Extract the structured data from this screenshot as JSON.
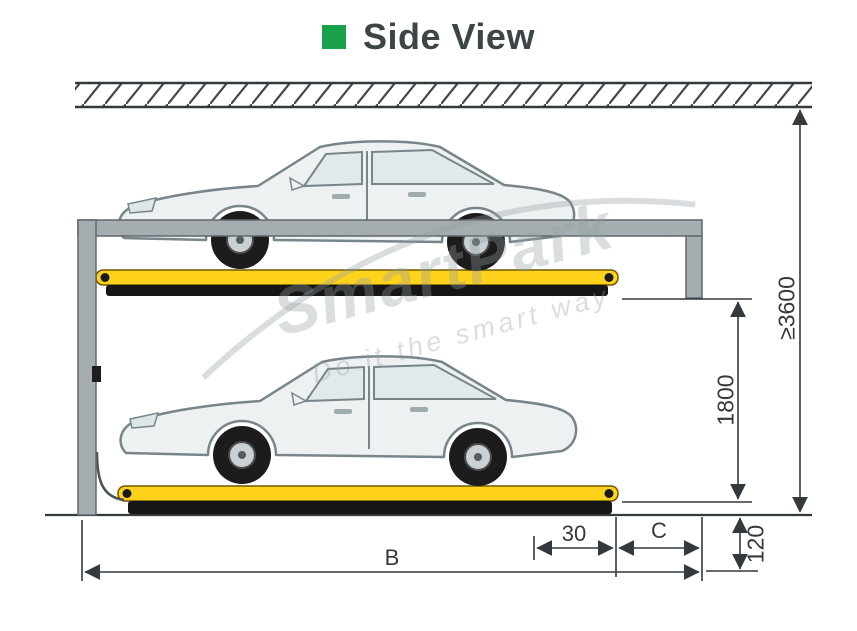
{
  "title": {
    "text": "Side View"
  },
  "icons": {
    "title_bullet": "green-square-icon"
  },
  "dimensions": {
    "total_height": "≥3600",
    "level_clearance": "1800",
    "base_height": "120",
    "overall_width": "B",
    "rear_offset": "30",
    "side_clearance": "C"
  },
  "watermark": {
    "brand": "SmartPark",
    "tagline": "Do it the smart way"
  },
  "colors": {
    "accent_green": "#1aa24b",
    "platform_yellow": "#ffd21c",
    "frame_gray": "#a6adb0",
    "car_body_gray": "#eef1f2",
    "line_dark": "#33393c"
  }
}
